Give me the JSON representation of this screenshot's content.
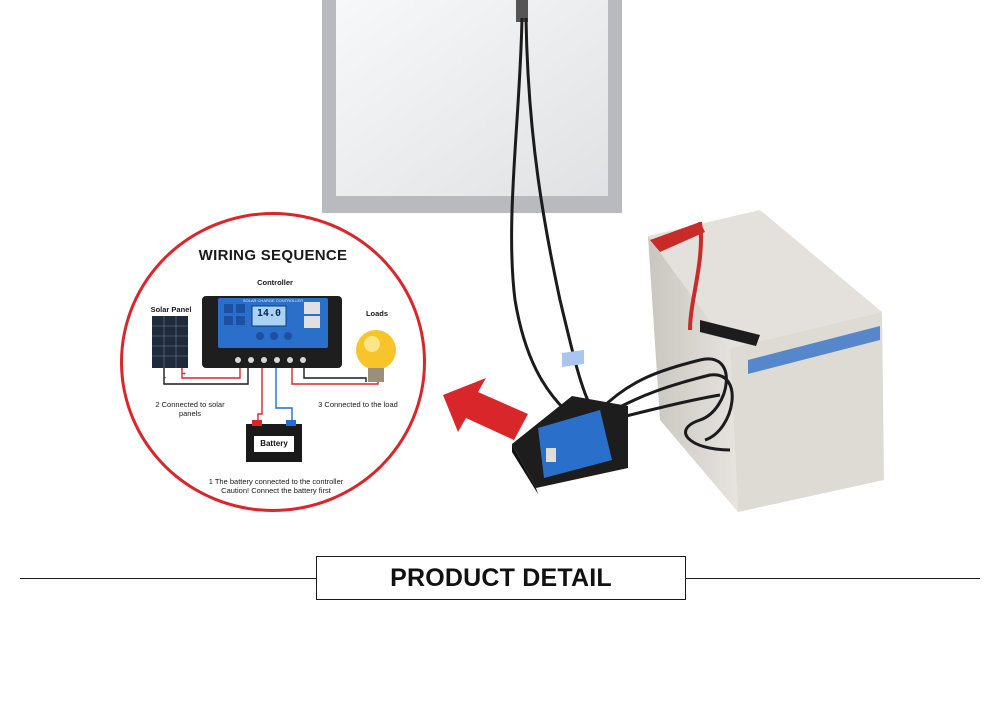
{
  "wiring": {
    "title": "WIRING SEQUENCE",
    "controller_label": "Controller",
    "solar_panel_label": "Solar Panel",
    "loads_label": "Loads",
    "battery_label": "Battery",
    "step2": "2 Connected to solar panels",
    "step3": "3 Connected to the load",
    "step1": "1 The battery connected to the controller",
    "caution": "Caution! Connect the battery first",
    "controller_brand_text": "SOLAR CHARGE CONTROLLER",
    "display_value": "14.0"
  },
  "section": {
    "title": "PRODUCT DETAIL"
  },
  "colors": {
    "accent_red": "#d9262b",
    "controller_blue": "#2a6fc9",
    "battery_gray": "#dedbd5",
    "panel_frame": "#b9babd"
  }
}
